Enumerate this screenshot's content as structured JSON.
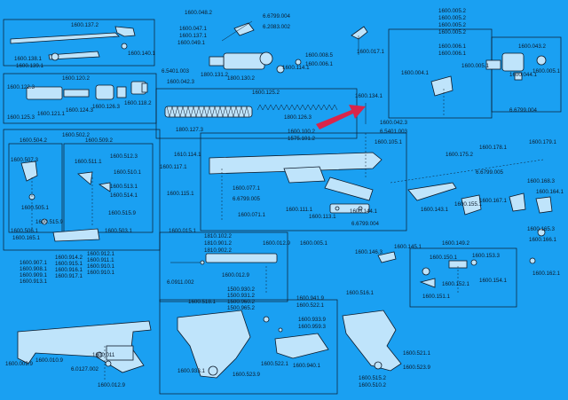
{
  "colors": {
    "background": "#1aa0f2",
    "ink": "#0d1a2a",
    "part_fill": "#bfe4fb",
    "arrow": "#d9254a"
  },
  "labels": [
    "1600.137.2",
    "1600.138.1",
    "1600.139.1",
    "1600.140.1",
    "1600.120.2",
    "1600.122.3",
    "1600.125.3",
    "1600.121.1",
    "1600.124.3",
    "1600.126.3",
    "1600.118.2",
    "1600.048.2",
    "1600.137.1",
    "1600.049.1",
    "1600.047.1",
    "6.6799.004",
    "6.2083.002",
    "6.5401.003",
    "1600.042.3",
    "1800.131.2",
    "1800.130.2",
    "1600.114.1",
    "1600.008.5",
    "1600.006.1",
    "1600.017.1",
    "1600.125.2",
    "1800.127.3",
    "1800.126.3",
    "1600.134.1",
    "1600.502.2",
    "1600.504.2",
    "1600.507.3",
    "1600.505.1",
    "1600.509.2",
    "1600.511.1",
    "1600.512.3",
    "1600.510.1",
    "1600.513.1",
    "1600.514.1",
    "1600.515.9",
    "1600.515.9",
    "1600.506.1",
    "1600.165.1",
    "1600.503.1",
    "1600.100.2",
    "1575.101.2",
    "1610.114.1",
    "1600.117.1",
    "1600.115.1",
    "1600.077.1",
    "6.6799.005",
    "1600.071.1",
    "1600.111.1",
    "1600.113.1",
    "1600.144.1",
    "6.6799.004",
    "1600.015.1",
    "1600.005.1",
    "1600.105.1",
    "1600.005.2",
    "1600.005.2",
    "1600.005.2",
    "1600.005.2",
    "1600.006.1",
    "1600.006.1",
    "1600.004.1",
    "1600.005.1",
    "1600.043.2",
    "1600.044.1",
    "1600.005.1",
    "6.6799.004",
    "1600.042.3",
    "6.5401.003",
    "1600.175.2",
    "1600.178.1",
    "1600.179.1",
    "6.6799.005",
    "1600.168.3",
    "1600.143.1",
    "1600.155.1",
    "1600.167.1",
    "1600.164.1",
    "1600.165.3",
    "1600.166.1",
    "1600.162.1",
    "1810.102.2",
    "1810.901.2",
    "1810.902.2",
    "1600.012.9",
    "6.0911.002",
    "1600.012.9",
    "1600.146.3",
    "1600.145.1",
    "1600.149.2",
    "1600.150.1",
    "1600.153.3",
    "1600.152.1",
    "1600.154.1",
    "1600.151.1",
    "1600.907.1",
    "1600.908.1",
    "1600.909.1",
    "1600.913.1",
    "1600.914.2",
    "1600.915.1",
    "1600.916.1",
    "1600.917.1",
    "1600.912.1",
    "1600.911.1",
    "1600.910.1",
    "1600.910.1",
    "1600.009.9",
    "1600.010.9",
    "6.0127.002",
    "1600.011",
    "1600.012.9",
    "1500.930.2",
    "1500.931.2",
    "1500.960.2",
    "1500.965.2",
    "1600.518.1",
    "1600.941.9",
    "1600.522.1",
    "1600.933.9",
    "1600.959.3",
    "1600.933.1",
    "1600.523.9",
    "1600.522.1",
    "1600.940.1",
    "1600.516.1",
    "1600.521.1",
    "1600.523.9",
    "1600.515.2",
    "1600.510.2"
  ]
}
